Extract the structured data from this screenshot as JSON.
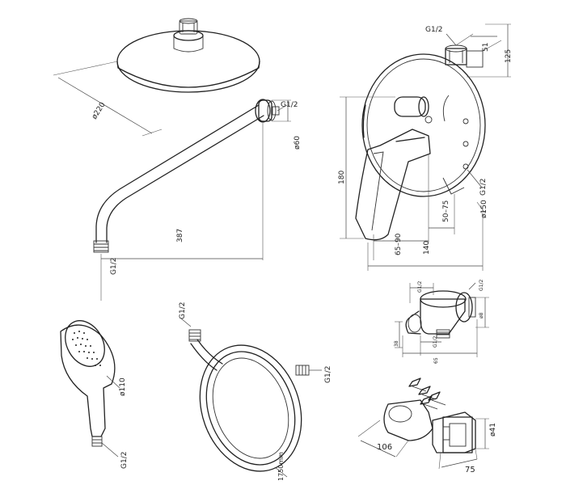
{
  "labels": {
    "shower_head_diameter": "ø220",
    "arm_thread": "G1/2",
    "arm_flange_diameter": "ø60",
    "arm_length": "387",
    "arm_end_thread": "G1/2",
    "mixer_top_thread": "G1/2",
    "mixer_top_width": "51",
    "mixer_top_height": "125",
    "mixer_height": "180",
    "mixer_side_thread": "G1/2",
    "mixer_plate_diameter": "ø150",
    "mixer_depth_range_1": "50–75",
    "mixer_depth_range_2": "65–90",
    "mixer_depth_total": "140",
    "outlet_thread_top_left": "G1/2",
    "outlet_thread_top_right": "G1/2",
    "outlet_height": "ø8",
    "outlet_depth": "38",
    "outlet_thread_bottom": "G1/2",
    "outlet_width": "65",
    "hand_shower_diameter": "ø110",
    "hand_shower_thread": "G1/2",
    "hose_thread_top": "G1/2",
    "hose_thread_right": "G1/2",
    "hose_length": "1750mm",
    "holder_diameter": "ø41",
    "holder_length": "106",
    "holder_width": "75"
  }
}
